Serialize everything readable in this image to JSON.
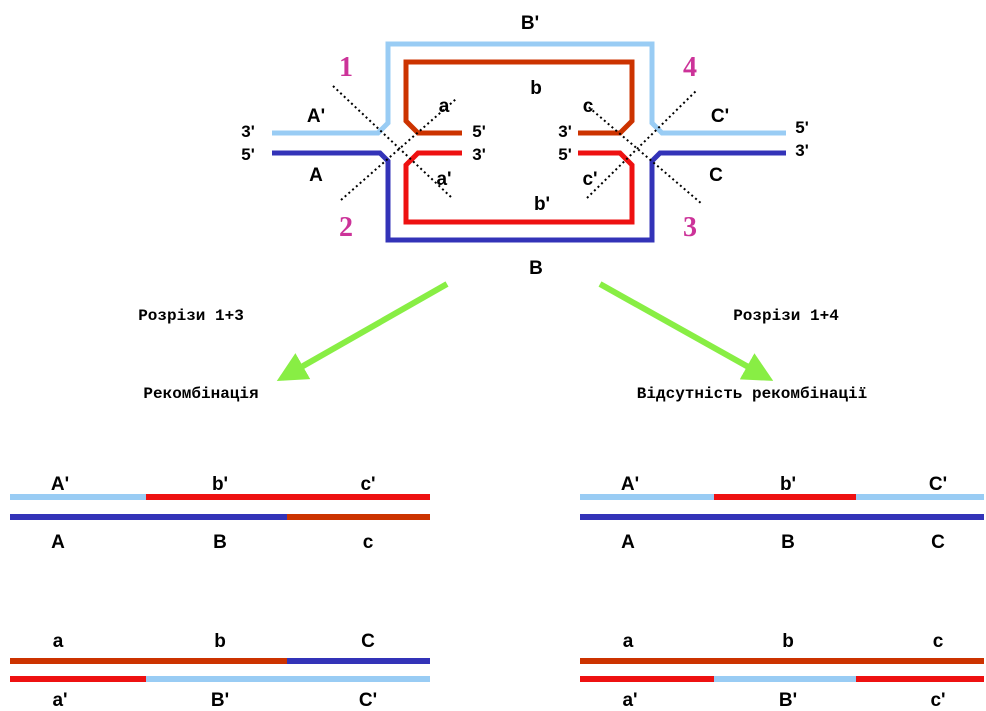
{
  "colors": {
    "light_blue": "#99CCF4",
    "dark_blue": "#3333B8",
    "orange_red": "#CC3300",
    "red": "#EE1111",
    "magenta": "#CC3399",
    "green": "#88EE44",
    "cut_line": "#000000"
  },
  "junction": {
    "strand_labels": {
      "B_prime": "B'",
      "b": "b",
      "b_prime": "b'",
      "B": "B",
      "A_prime": "A'",
      "A": "A",
      "a": "a",
      "a_prime": "a'",
      "c": "c",
      "c_prime": "c'",
      "C_prime": "C'",
      "C": "C"
    },
    "end_labels": {
      "left_top": "3'",
      "left_bottom": "5'",
      "inner_left_top": "5'",
      "inner_left_bottom": "3'",
      "inner_right_top": "3'",
      "inner_right_bottom": "5'",
      "right_top": "5'",
      "right_bottom": "3'"
    },
    "cut_numbers": {
      "one": "1",
      "two": "2",
      "three": "3",
      "four": "4"
    }
  },
  "captions": {
    "left_cut": "Розрізи 1+3",
    "right_cut": "Розрізи 1+4",
    "left_result": "Рекомбінація",
    "right_result": "Відсутність рекомбінації"
  },
  "products": {
    "left_1": {
      "top": [
        "A'",
        "b'",
        "c'"
      ],
      "bottom": [
        "A",
        "B",
        "c"
      ]
    },
    "left_2": {
      "top": [
        "a",
        "b",
        "C"
      ],
      "bottom": [
        "a'",
        "B'",
        "C'"
      ]
    },
    "right_1": {
      "top": [
        "A'",
        "b'",
        "C'"
      ],
      "bottom": [
        "A",
        "B",
        "C"
      ]
    },
    "right_2": {
      "top": [
        "a",
        "b",
        "c"
      ],
      "bottom": [
        "a'",
        "B'",
        "c'"
      ]
    }
  }
}
